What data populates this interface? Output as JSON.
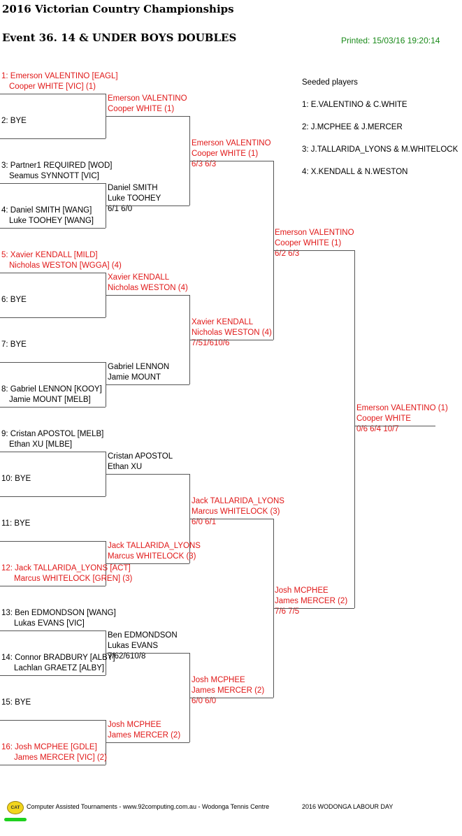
{
  "header": {
    "title": "2016 Victorian Country Championships",
    "event": "Event 36. 14 & UNDER BOYS DOUBLES",
    "printed": "Printed: 15/03/16 19:20:14"
  },
  "seeds": {
    "title": "Seeded players",
    "items": [
      "1: E.VALENTINO & C.WHITE",
      "2: J.MCPHEE & J.MERCER",
      "3: J.TALLARIDA_LYONS & M.WHITELOCK",
      "4: X.KENDALL & N.WESTON"
    ]
  },
  "round1": [
    {
      "line1": "1: Emerson VALENTINO [EAGL]",
      "line2": "Cooper WHITE [VIC] (1)",
      "seeded": true
    },
    {
      "line1": "2: BYE",
      "line2": "",
      "seeded": false
    },
    {
      "line1": "3: Partner1 REQUIRED [WOD]",
      "line2": "Seamus SYNNOTT [VIC]",
      "seeded": false
    },
    {
      "line1": "4: Daniel SMITH [WANG]",
      "line2": "Luke TOOHEY [WANG]",
      "seeded": false
    },
    {
      "line1": "5: Xavier KENDALL [MILD]",
      "line2": "Nicholas WESTON [WGGA] (4)",
      "seeded": true
    },
    {
      "line1": "6: BYE",
      "line2": "",
      "seeded": false
    },
    {
      "line1": "7: BYE",
      "line2": "",
      "seeded": false
    },
    {
      "line1": "8: Gabriel LENNON [KOOY]",
      "line2": "Jamie MOUNT [MELB]",
      "seeded": false
    },
    {
      "line1": "9: Cristan APOSTOL [MELB]",
      "line2": "Ethan XU [MLBE]",
      "seeded": false
    },
    {
      "line1": "10: BYE",
      "line2": "",
      "seeded": false
    },
    {
      "line1": "11: BYE",
      "line2": "",
      "seeded": false
    },
    {
      "line1": "12: Jack TALLARIDA_LYONS [ACT]",
      "line2": "Marcus WHITELOCK [GREN] (3)",
      "seeded": true
    },
    {
      "line1": "13: Ben EDMONDSON [WANG]",
      "line2": "Lukas EVANS [VIC]",
      "seeded": false
    },
    {
      "line1": "14: Connor BRADBURY [ALBY]",
      "line2": "Lachlan GRAETZ [ALBY]",
      "seeded": false
    },
    {
      "line1": "15: BYE",
      "line2": "",
      "seeded": false
    },
    {
      "line1": "16: Josh MCPHEE [GDLE]",
      "line2": "James MERCER [VIC] (2)",
      "seeded": true
    }
  ],
  "round2": [
    {
      "line1": "Emerson VALENTINO",
      "line2": "Cooper WHITE (1)",
      "score": "",
      "seeded": true
    },
    {
      "line1": "Daniel SMITH",
      "line2": "Luke TOOHEY",
      "score": "6/1 6/0",
      "seeded": false
    },
    {
      "line1": "Xavier KENDALL",
      "line2": "Nicholas WESTON (4)",
      "score": "",
      "seeded": true
    },
    {
      "line1": "Gabriel LENNON",
      "line2": "Jamie MOUNT",
      "score": "",
      "seeded": false
    },
    {
      "line1": "Cristan APOSTOL",
      "line2": "Ethan XU",
      "score": "",
      "seeded": false
    },
    {
      "line1": "Jack TALLARIDA_LYONS",
      "line2": "Marcus WHITELOCK (3)",
      "score": "",
      "seeded": true
    },
    {
      "line1": "Ben EDMONDSON",
      "line2": "Lukas EVANS",
      "score": "7/62/610/8",
      "seeded": false
    },
    {
      "line1": "Josh MCPHEE",
      "line2": "James MERCER (2)",
      "score": "",
      "seeded": true
    }
  ],
  "round3": [
    {
      "line1": "Emerson VALENTINO",
      "line2": "Cooper WHITE (1)",
      "score": "6/3 6/3",
      "seeded": true
    },
    {
      "line1": "Xavier KENDALL",
      "line2": "Nicholas WESTON (4)",
      "score": "7/51/610/6",
      "seeded": true
    },
    {
      "line1": "Jack TALLARIDA_LYONS",
      "line2": "Marcus WHITELOCK (3)",
      "score": "6/0 6/1",
      "seeded": true
    },
    {
      "line1": "Josh MCPHEE",
      "line2": "James MERCER (2)",
      "score": "6/0 6/0",
      "seeded": true
    }
  ],
  "round4": [
    {
      "line1": "Emerson VALENTINO",
      "line2": "Cooper WHITE (1)",
      "score": "6/2 6/3",
      "seeded": true
    },
    {
      "line1": "Josh MCPHEE",
      "line2": "James MERCER (2)",
      "score": "7/6 7/5",
      "seeded": true
    }
  ],
  "final": {
    "line1": "Emerson VALENTINO (1)",
    "line2": "Cooper WHITE",
    "score": "0/6 6/4 10/7",
    "seeded": true
  },
  "footer": {
    "logo_text": "CAT",
    "credit": "Computer Assisted Tournaments - www.92computing.com.au -  Wodonga Tennis Centre",
    "tournament": "2016 WODONGA LABOUR DAY"
  }
}
